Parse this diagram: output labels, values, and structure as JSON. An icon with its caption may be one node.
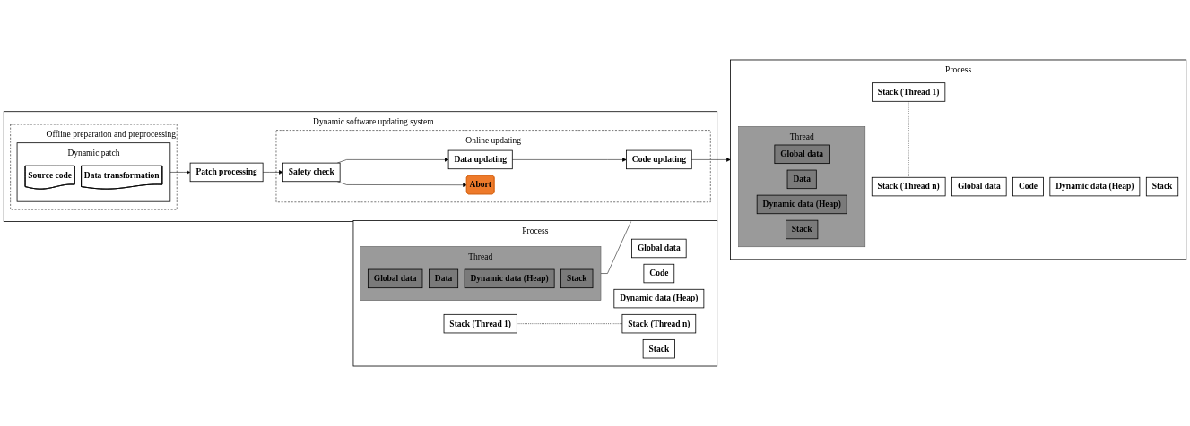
{
  "diagram": {
    "nodes": [
      {
        "text": [
          "Process"
        ]
      },
      {
        "text": [
          "Global data"
        ],
        "in": 0
      },
      {
        "text": [
          "Code"
        ],
        "in": 0
      },
      {
        "text": [
          "Dynamic data (Heap)"
        ],
        "in": 0
      },
      {
        "text": [
          "Stack (Thread 1)"
        ],
        "in": 0
      },
      {
        "text": [
          "Stack (Thread n)"
        ],
        "in": 0
      },
      {
        "text": [
          "Thread"
        ],
        "in": 0
      },
      {
        "text": [
          "Global data"
        ],
        "in": 6
      },
      {
        "text": [
          "Data"
        ],
        "in": 6
      },
      {
        "text": [
          "Dynamic data (Heap)"
        ],
        "in": 6
      },
      {
        "text": [
          "Stack"
        ],
        "in": 6
      },
      {
        "text": [
          "Stack"
        ],
        "in": 0
      },
      {
        "text": [
          "Dynamic software updating system"
        ]
      },
      {
        "text": [
          "Offline preparation and preprocessing"
        ],
        "in": 12
      },
      {
        "text": [
          "Dynamic patch"
        ],
        "in": 13
      },
      {
        "text": [
          "Source code"
        ],
        "in": 14
      },
      {
        "text": [
          "Data transformation"
        ],
        "in": 14
      },
      {
        "text": [
          "Patch processing"
        ],
        "in": 12
      },
      {
        "text": [
          "Online updating"
        ],
        "in": 12
      },
      {
        "text": [
          "Code updating"
        ],
        "in": 18
      },
      {
        "text": [
          "Data updating"
        ],
        "in": 18
      },
      {
        "text": [
          "Safety check"
        ],
        "in": 18
      },
      {
        "text": [
          "Abort"
        ],
        "in": 18
      },
      {
        "text": [
          "Process"
        ]
      },
      {
        "text": [
          "Global data"
        ],
        "in": 23
      },
      {
        "text": [
          "Code"
        ],
        "in": 23
      },
      {
        "text": [
          "Dynamic data (Heap)"
        ],
        "in": 23
      },
      {
        "text": [
          "Stack (Thread 1)"
        ],
        "in": 23
      },
      {
        "text": [
          "Stack (Thread n)"
        ],
        "in": 23
      },
      {
        "text": [
          "Thread"
        ],
        "in": 23
      },
      {
        "text": [
          "Global data"
        ],
        "in": 29
      },
      {
        "text": [
          "Data"
        ],
        "in": 29
      },
      {
        "text": [
          "Dynamic data (Heap)"
        ],
        "in": 29
      },
      {
        "text": [
          "Stack"
        ],
        "in": 29
      },
      {
        "text": [
          "Stack"
        ],
        "in": 23
      }
    ],
    "edges": [
      {
        "from": 4,
        "to": 5,
        "arrow": "none",
        "style": "dashed"
      },
      {
        "from": 6,
        "to": 12,
        "arrow": "none"
      },
      {
        "from": 14,
        "to": 17,
        "arrow": "to"
      },
      {
        "from": 17,
        "to": 21,
        "arrow": "to"
      },
      {
        "from": 21,
        "to": 20,
        "arrow": "to"
      },
      {
        "from": 20,
        "to": 19,
        "arrow": "to"
      },
      {
        "from": 21,
        "to": 22,
        "arrow": "to"
      },
      {
        "from": 19,
        "to": 23,
        "arrow": "to"
      },
      {
        "from": 27,
        "to": 28,
        "arrow": "none",
        "style": "dashed"
      }
    ]
  }
}
